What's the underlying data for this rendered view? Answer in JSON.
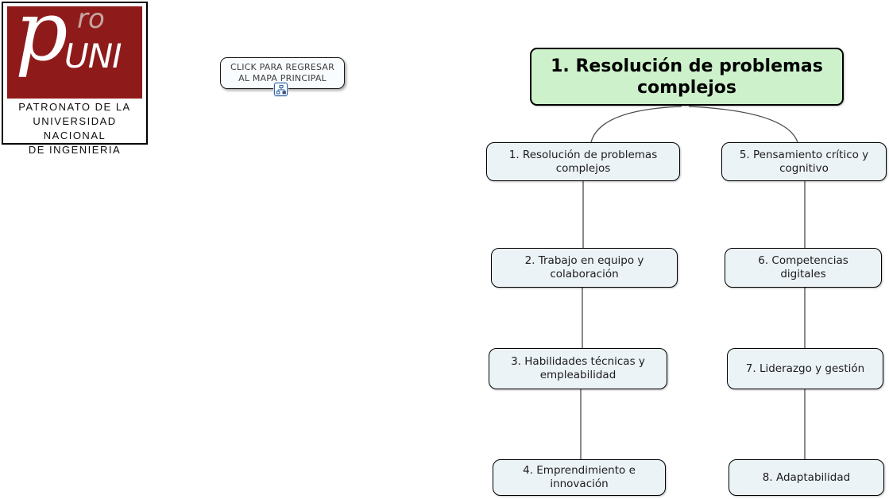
{
  "logo": {
    "p": "p",
    "ro": "ro",
    "uni": "UNI",
    "caption": "PATRONATO DE LA\nUNIVERSIDAD NACIONAL\nDE INGENIERIA",
    "red_color": "#8e1b1a",
    "accent_color": "#c5a6a1"
  },
  "back_button": {
    "label": "CLICK PARA REGRESAR\nAL MAPA PRINCIPAL",
    "icon": "concept-map-link-icon",
    "icon_color": "#3465a8"
  },
  "root_node": {
    "label": "1. Resolución de problemas\ncomplejos",
    "fill": "#cdf2cb"
  },
  "nodes": [
    {
      "id": 1,
      "column": "left",
      "label": "1. Resolución de problemas\ncomplejos"
    },
    {
      "id": 5,
      "column": "right",
      "label": "5. Pensamiento crítico y\ncognitivo"
    },
    {
      "id": 2,
      "column": "left",
      "label": "2. Trabajo en equipo y\ncolaboración"
    },
    {
      "id": 6,
      "column": "right",
      "label": "6. Competencias\ndigitales"
    },
    {
      "id": 3,
      "column": "left",
      "label": "3. Habilidades técnicas y\nempleabilidad"
    },
    {
      "id": 7,
      "column": "right",
      "label": "7. Liderazgo y gestión"
    },
    {
      "id": 4,
      "column": "left",
      "label": "4. Emprendimiento e\ninnovación"
    },
    {
      "id": 8,
      "column": "right",
      "label": "8. Adaptabilidad"
    }
  ],
  "colors": {
    "node_fill": "#ecf3f7",
    "node_border": "#000000",
    "connector": "#4b4b4b",
    "button_bg": "#f9fcfe"
  }
}
